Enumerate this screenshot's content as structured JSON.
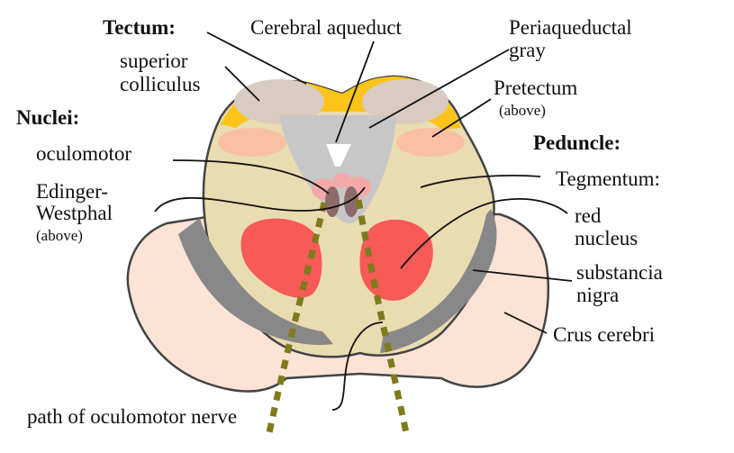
{
  "labels": {
    "tectum": "Tectum:",
    "superior_colliculus_1": "superior",
    "superior_colliculus_2": "colliculus",
    "cerebral_aqueduct": "Cerebral aqueduct",
    "periaqueductal_1": "Periaqueductal",
    "periaqueductal_2": "gray",
    "pretectum": "Pretectum",
    "pretectum_note": "(above)",
    "nuclei": "Nuclei:",
    "oculomotor": "oculomotor",
    "edinger_1": "Edinger-",
    "edinger_2": "Westphal",
    "edinger_note": "(above)",
    "peduncle": "Peduncle:",
    "tegmentum": "Tegmentum:",
    "red_nucleus_1": "red",
    "red_nucleus_2": "nucleus",
    "substantia_1": "substancia",
    "substantia_2": "nigra",
    "crus_cerebri": "Crus cerebri",
    "nerve_path": "path of oculomotor nerve"
  },
  "colors": {
    "crus": "#fde3d6",
    "tegmentum": "#e9dcb0",
    "tectum": "#fcc419",
    "colliculus": "#d9cbc0",
    "periaqueductal": "#c7c7c7",
    "pretectum": "#f9c0a4",
    "nuclei": "#f4a9a9",
    "edinger": "#8e6b6b",
    "red_nucleus": "#f85a57",
    "substantia": "#888888",
    "nerve": "#7f7a1c",
    "outline": "#444444"
  }
}
